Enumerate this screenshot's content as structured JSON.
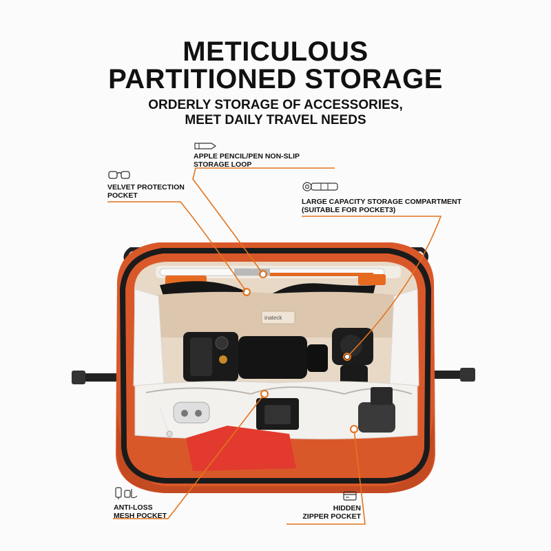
{
  "header": {
    "title_line1": "METICULOUS",
    "title_line2": "PARTITIONED STORAGE",
    "subtitle_line1": "ORDERLY STORAGE OF ACCESSORIES,",
    "subtitle_line2": "MEET DAILY TRAVEL NEEDS"
  },
  "callouts": {
    "pencil_loop": {
      "line1": "APPLE PENCIL/PEN NON-SLIP",
      "line2": "STORAGE LOOP",
      "icon": "pencil-icon"
    },
    "velvet_pocket": {
      "line1": "VELVET PROTECTION",
      "line2": "POCKET",
      "icon": "glasses-icon"
    },
    "large_compartment": {
      "line1": "LARGE CAPACITY STORAGE COMPARTMENT",
      "line2": "(SUITABLE FOR POCKET3)",
      "icon": "pocket-camera-icon"
    },
    "mesh_pocket": {
      "line1": "ANTI-LOSS",
      "line2": "MESH POCKET",
      "icon": "cables-icon"
    },
    "zipper_pocket": {
      "line1": "HIDDEN",
      "line2": "ZIPPER POCKET",
      "icon": "card-icon"
    }
  },
  "product": {
    "brand_tag": "inateck"
  },
  "colors": {
    "accent": "#e3741e",
    "bag_orange": "#d9582a",
    "lining": "#e8d8c6",
    "text": "#111111"
  }
}
